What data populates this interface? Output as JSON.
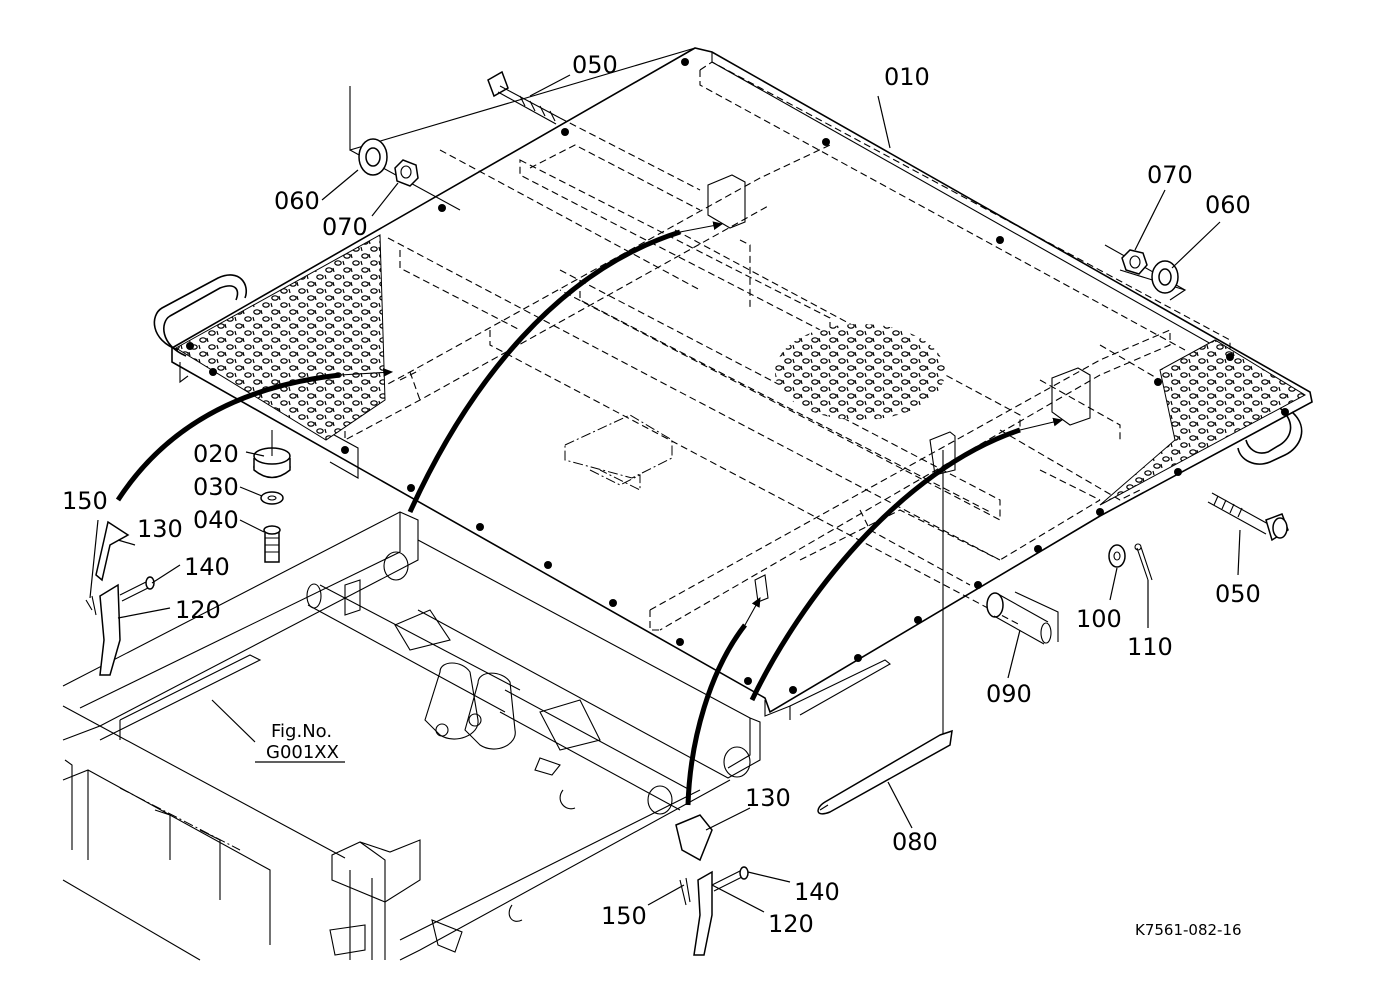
{
  "diagram": {
    "labels": {
      "p010": "010",
      "p020": "020",
      "p030": "030",
      "p040": "040",
      "p050_top": "050",
      "p050_right": "050",
      "p060_left": "060",
      "p060_right": "060",
      "p070_left": "070",
      "p070_right": "070",
      "p080": "080",
      "p090": "090",
      "p100": "100",
      "p110": "110",
      "p120_left": "120",
      "p120_bottom": "120",
      "p130_left": "130",
      "p130_bottom": "130",
      "p140_left": "140",
      "p140_bottom": "140",
      "p150_left": "150",
      "p150_bottom": "150"
    },
    "fig_ref_line1": "Fig.No.",
    "fig_ref_line2": "G001XX",
    "drawing_code": "K7561-082-16"
  }
}
